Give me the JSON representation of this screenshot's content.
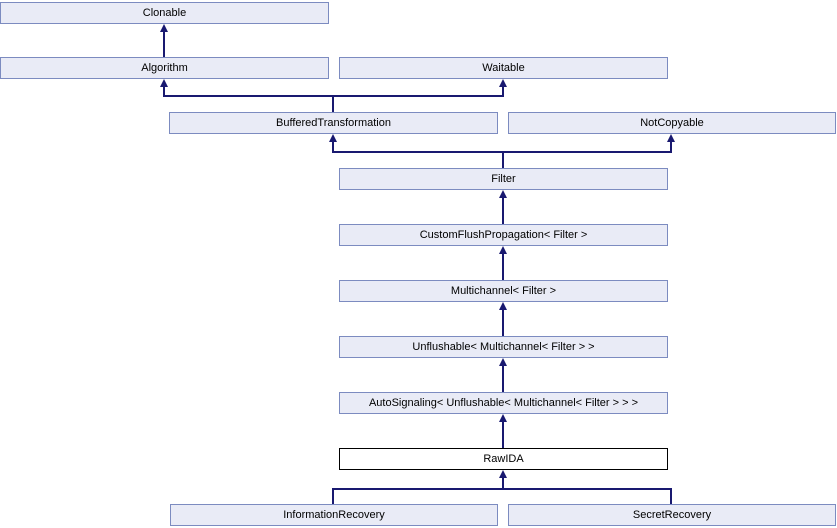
{
  "colors": {
    "page_bg": "#ffffff",
    "node_fill": "#e9ebf6",
    "node_border": "#7c8bc0",
    "node_text": "#000000",
    "highlight_fill": "#ffffff",
    "highlight_border": "#000000",
    "edge_color": "#191970"
  },
  "nodes": [
    {
      "id": "clonable",
      "label": "Clonable"
    },
    {
      "id": "algorithm",
      "label": "Algorithm"
    },
    {
      "id": "waitable",
      "label": "Waitable"
    },
    {
      "id": "buffered",
      "label": "BufferedTransformation"
    },
    {
      "id": "notcopyable",
      "label": "NotCopyable"
    },
    {
      "id": "filter",
      "label": "Filter"
    },
    {
      "id": "cfp",
      "label": "CustomFlushPropagation< Filter >"
    },
    {
      "id": "multichannel",
      "label": "Multichannel< Filter >"
    },
    {
      "id": "unflushable",
      "label": "Unflushable< Multichannel< Filter > >"
    },
    {
      "id": "autosignaling",
      "label": "AutoSignaling< Unflushable< Multichannel< Filter > > >"
    },
    {
      "id": "rawida",
      "label": "RawIDA",
      "highlighted": true
    },
    {
      "id": "inforecovery",
      "label": "InformationRecovery"
    },
    {
      "id": "secretrecovery",
      "label": "SecretRecovery"
    }
  ],
  "edges": [
    {
      "from": "Algorithm",
      "to": "Clonable"
    },
    {
      "from": "BufferedTransformation",
      "to": "Algorithm"
    },
    {
      "from": "BufferedTransformation",
      "to": "Waitable"
    },
    {
      "from": "Filter",
      "to": "BufferedTransformation"
    },
    {
      "from": "Filter",
      "to": "NotCopyable"
    },
    {
      "from": "CustomFlushPropagation< Filter >",
      "to": "Filter"
    },
    {
      "from": "Multichannel< Filter >",
      "to": "CustomFlushPropagation< Filter >"
    },
    {
      "from": "Unflushable< Multichannel< Filter > >",
      "to": "Multichannel< Filter >"
    },
    {
      "from": "AutoSignaling< Unflushable< Multichannel< Filter > > >",
      "to": "Unflushable< Multichannel< Filter > >"
    },
    {
      "from": "RawIDA",
      "to": "AutoSignaling< Unflushable< Multichannel< Filter > > >"
    },
    {
      "from": "InformationRecovery",
      "to": "RawIDA"
    },
    {
      "from": "SecretRecovery",
      "to": "RawIDA"
    }
  ]
}
